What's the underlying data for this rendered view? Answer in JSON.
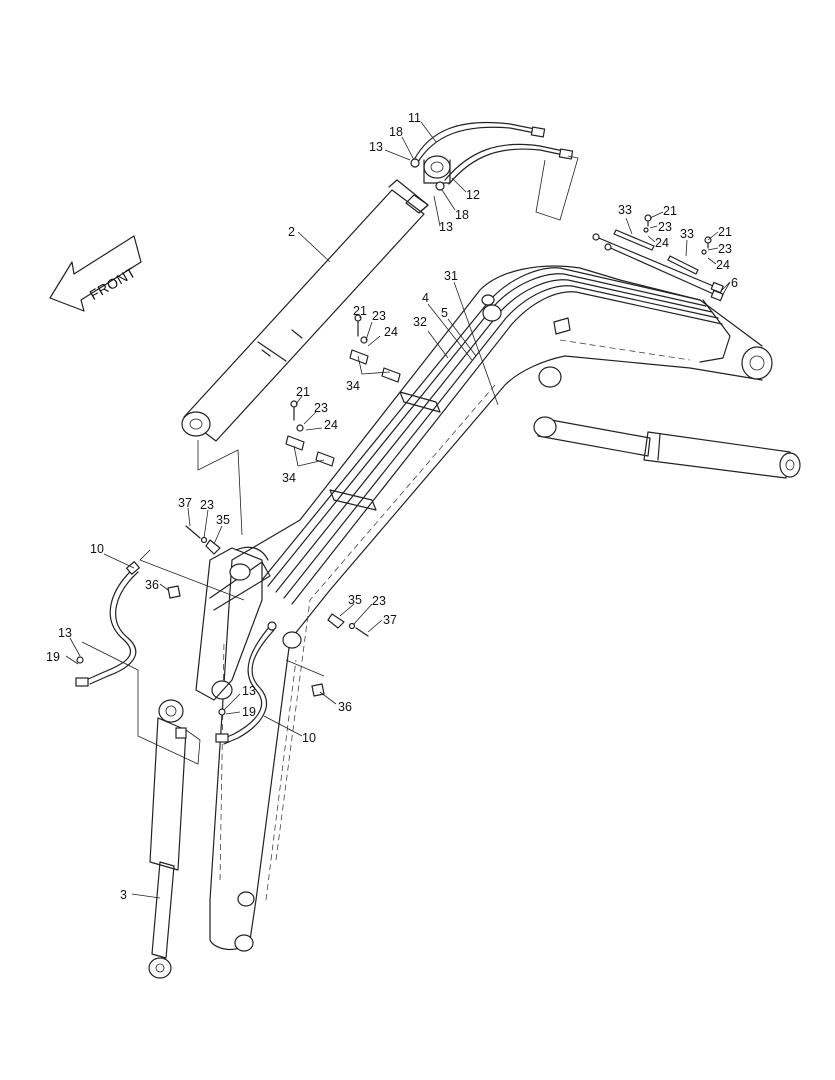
{
  "front_label": "FRONT",
  "callouts": [
    {
      "id": "c11a",
      "text": "11"
    },
    {
      "id": "c18a",
      "text": "18"
    },
    {
      "id": "c13a",
      "text": "13"
    },
    {
      "id": "c12",
      "text": "12"
    },
    {
      "id": "c18b",
      "text": "18"
    },
    {
      "id": "c13b",
      "text": "13"
    },
    {
      "id": "c2",
      "text": "2"
    },
    {
      "id": "c33a",
      "text": "33"
    },
    {
      "id": "c21a",
      "text": "21"
    },
    {
      "id": "c23a",
      "text": "23"
    },
    {
      "id": "c24a",
      "text": "24"
    },
    {
      "id": "c33b",
      "text": "33"
    },
    {
      "id": "c21b",
      "text": "21"
    },
    {
      "id": "c23b",
      "text": "23"
    },
    {
      "id": "c24b",
      "text": "24"
    },
    {
      "id": "c6",
      "text": "6"
    },
    {
      "id": "c31",
      "text": "31"
    },
    {
      "id": "c4",
      "text": "4"
    },
    {
      "id": "c5",
      "text": "5"
    },
    {
      "id": "c32",
      "text": "32"
    },
    {
      "id": "c21c",
      "text": "21"
    },
    {
      "id": "c23c",
      "text": "23"
    },
    {
      "id": "c24c",
      "text": "24"
    },
    {
      "id": "c34a",
      "text": "34"
    },
    {
      "id": "c21d",
      "text": "21"
    },
    {
      "id": "c23d",
      "text": "23"
    },
    {
      "id": "c24d",
      "text": "24"
    },
    {
      "id": "c34b",
      "text": "34"
    },
    {
      "id": "c37a",
      "text": "37"
    },
    {
      "id": "c23e",
      "text": "23"
    },
    {
      "id": "c35a",
      "text": "35"
    },
    {
      "id": "c10a",
      "text": "10"
    },
    {
      "id": "c36a",
      "text": "36"
    },
    {
      "id": "c13c",
      "text": "13"
    },
    {
      "id": "c19a",
      "text": "19"
    },
    {
      "id": "c35b",
      "text": "35"
    },
    {
      "id": "c23f",
      "text": "23"
    },
    {
      "id": "c37b",
      "text": "37"
    },
    {
      "id": "c13d",
      "text": "13"
    },
    {
      "id": "c19b",
      "text": "19"
    },
    {
      "id": "c36b",
      "text": "36"
    },
    {
      "id": "c10b",
      "text": "10"
    },
    {
      "id": "c3",
      "text": "3"
    }
  ]
}
